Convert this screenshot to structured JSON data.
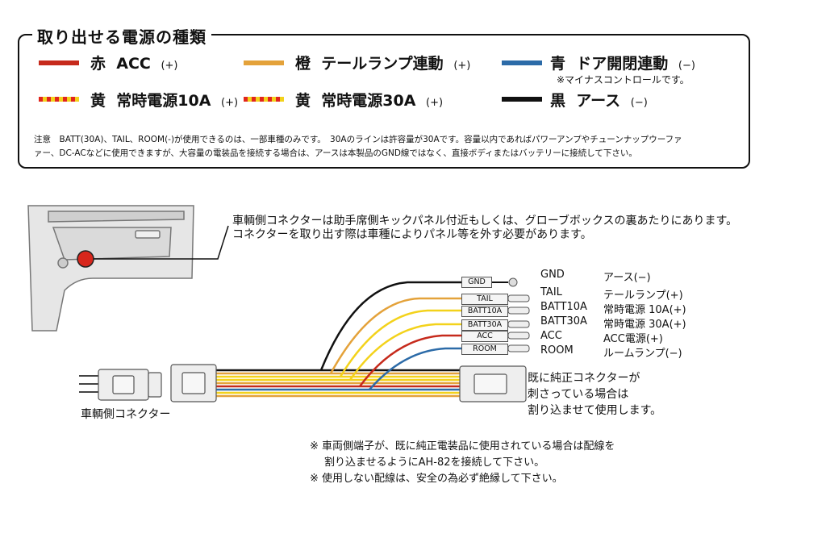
{
  "legend": {
    "title": "取り出せる電源の種類",
    "items": [
      {
        "color_name": "赤",
        "label": "ACC",
        "polarity": "(+)",
        "color": "#c62a1c"
      },
      {
        "color_name": "橙",
        "label": "テールランプ連動",
        "polarity": "(+)",
        "color": "#e4a23a"
      },
      {
        "color_name": "青",
        "label": "ドア開閉連動",
        "polarity": "(−)",
        "color": "#2c6ba8"
      },
      {
        "color_name": "黄",
        "label": "常時電源10A",
        "polarity": "(+)",
        "color": "#f3d21b"
      },
      {
        "color_name": "黄",
        "label": "常時電源30A",
        "polarity": "(+)",
        "color": "#f3d21b"
      },
      {
        "color_name": "黒",
        "label": "アース",
        "polarity": "(−)",
        "color": "#111111"
      }
    ],
    "blue_note": "※マイナスコントロールです。",
    "caution_line1": "注意　BATT(30A)、TAIL、ROOM(-)が使用できるのは、一部車種のみです。　30Aのラインは許容量が30Aです。容量以内であればパワーアンプやチューンナップウーファ",
    "caution_line2": "ァー、DC-ACなどに使用できますが、大容量の電装品を接続する場合は、アースは本製品のGND線ではなく、直接ボディまたはバッテリーに接続して下さい。"
  },
  "vehicle_note": {
    "line1": "車輌側コネクターは助手席側キックパネル付近もしくは、グローブボックスの裏あたりにあります。",
    "line2": "コネクターを取り出す際は車種によりパネル等を外す必要があります。"
  },
  "wires": [
    {
      "tag": "GND",
      "name": "GND",
      "desc": "アース(−)"
    },
    {
      "tag": "TAIL",
      "name": "TAIL",
      "desc": "テールランプ(+)"
    },
    {
      "tag": "BATT10A",
      "name": "BATT10A",
      "desc": "常時電源 10A(+)"
    },
    {
      "tag": "BATT30A",
      "name": "BATT30A",
      "desc": "常時電源 30A(+)"
    },
    {
      "tag": "ACC",
      "name": "ACC",
      "desc": "ACC電源(+)"
    },
    {
      "tag": "ROOM",
      "name": "ROOM",
      "desc": "ルームランプ(−)"
    }
  ],
  "vehicle_connector_label": "車輌側コネクター",
  "existing_connector_note": [
    "既に純正コネクターが",
    "刺さっている場合は",
    "割り込ませて使用します。"
  ],
  "footnotes": [
    "※ 車両側端子が、既に純正電装品に使用されている場合は配線を",
    "割り込ませるようにAH-82を接続して下さい。",
    "※ 使用しない配線は、安全の為必ず絶縁して下さい。"
  ]
}
